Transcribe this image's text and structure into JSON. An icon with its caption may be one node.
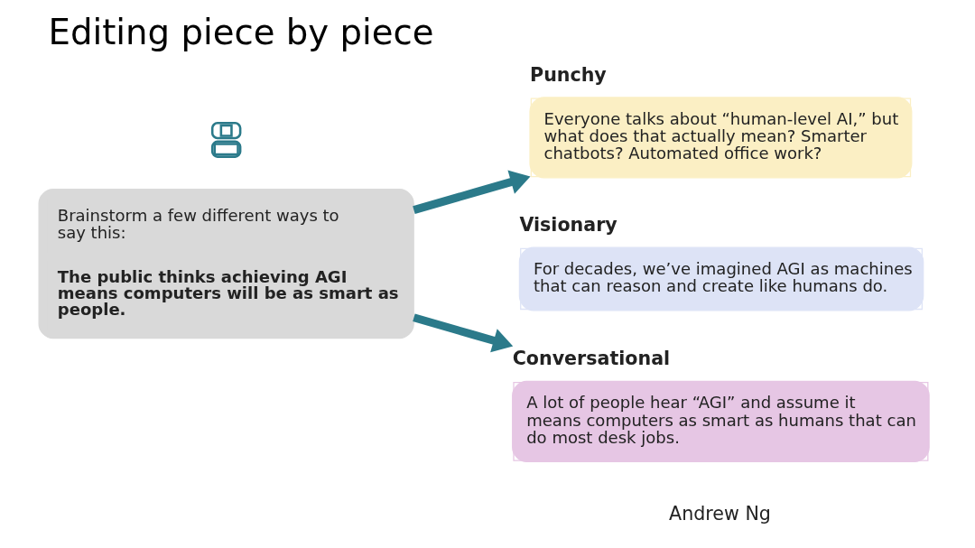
{
  "diagram": {
    "title": "Editing piece by piece",
    "nodes": [
      {
        "text": [
          "Brainstorm a few different ways to say this:",
          "The public thinks achieving AGI means computers will be as smart as people."
        ]
      },
      {
        "text": [],
        "shape": "person"
      },
      {
        "text": [
          "Punchy",
          "Everyone talks about “human-level AI,” but what does that actually mean? Smarter chatbots? Automated office work?"
        ]
      },
      {
        "text": [
          "Visionary",
          "For decades, we’ve imagined AGI as machines that can reason and create like humans do."
        ]
      },
      {
        "text": [
          "Conversational",
          "A lot of people hear “AGI” and assume it means computers as smart as humans that can do most desk jobs."
        ]
      }
    ],
    "edges": [
      {
        "from": 0,
        "to": 2,
        "arrow": "to"
      },
      {
        "from": 0,
        "to": 4,
        "arrow": "to"
      }
    ],
    "labels": [
      "Andrew Ng"
    ]
  }
}
